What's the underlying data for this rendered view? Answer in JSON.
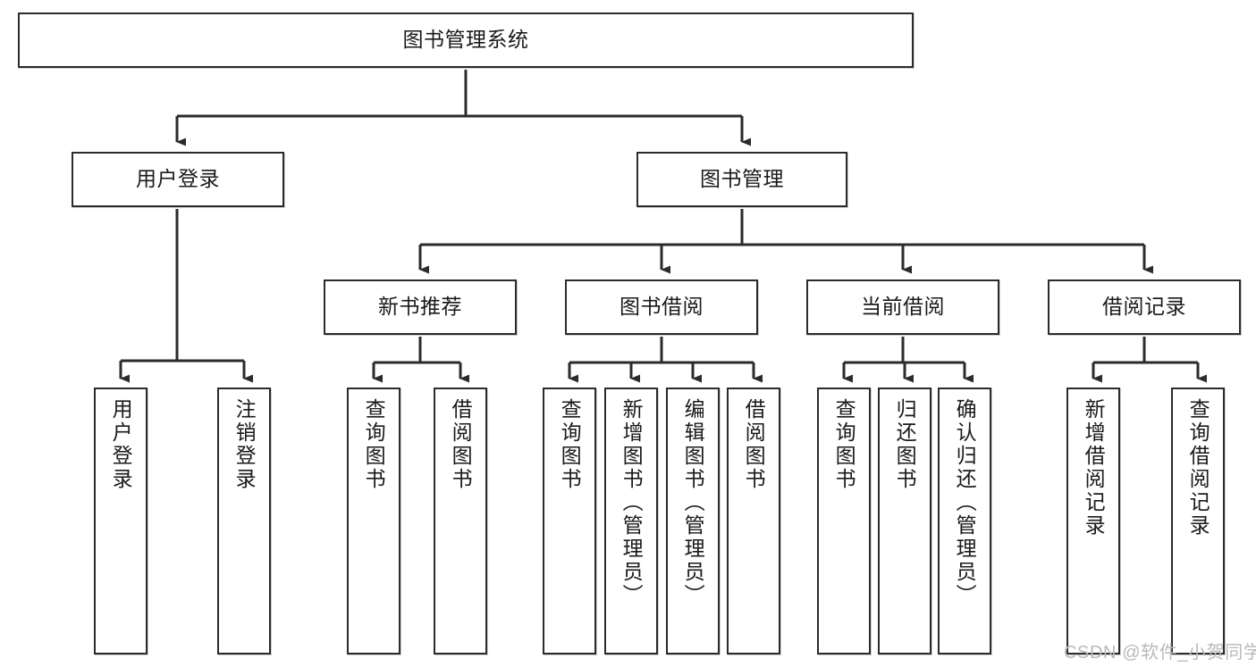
{
  "diagram": {
    "title": "图书管理系统",
    "type": "hierarchy-tree",
    "watermark": "CSDN @软件_小贺同学",
    "colors": {
      "background": "#ffffff",
      "box_border": "#2b2b2b",
      "box_fill": "#ffffff",
      "text": "#1a1a1a",
      "connector": "#2b2b2b",
      "watermark": "#b9b9b9"
    }
  },
  "nodes": {
    "root": {
      "label": "图书管理系统"
    },
    "level2": [
      {
        "label": "用户登录"
      },
      {
        "label": "图书管理"
      }
    ],
    "level3": [
      {
        "label": "新书推荐"
      },
      {
        "label": "图书借阅"
      },
      {
        "label": "当前借阅"
      },
      {
        "label": "借阅记录"
      }
    ],
    "leaves": {
      "user_login": [
        {
          "label": "用户登录"
        },
        {
          "label": "注销登录"
        }
      ],
      "new_book_recommend": [
        {
          "label": "查询图书"
        },
        {
          "label": "借阅图书"
        }
      ],
      "book_borrow": [
        {
          "label": "查询图书"
        },
        {
          "label": "新增图书（管理员）"
        },
        {
          "label": "编辑图书（管理员）"
        },
        {
          "label": "借阅图书"
        }
      ],
      "current_borrow": [
        {
          "label": "查询图书"
        },
        {
          "label": "归还图书"
        },
        {
          "label": "确认归还（管理员）"
        }
      ],
      "borrow_record": [
        {
          "label": "新增借阅记录"
        },
        {
          "label": "查询借阅记录"
        }
      ]
    }
  }
}
